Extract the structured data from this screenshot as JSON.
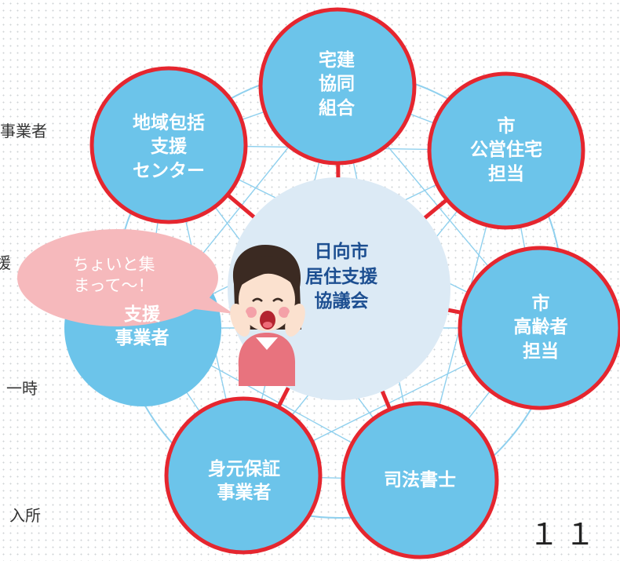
{
  "diagram": {
    "center": {
      "label": "日向市\n居住支援\n協議会"
    },
    "nodes": [
      {
        "id": "takken",
        "label": "宅建\n協同\n組合"
      },
      {
        "id": "koei",
        "label": "市\n公営住宅\n担当"
      },
      {
        "id": "koreisha",
        "label": "市\n高齢者\n担当"
      },
      {
        "id": "shiho",
        "label": "司法書士"
      },
      {
        "id": "mimoto",
        "label": "身元保証\n事業者"
      },
      {
        "id": "shien",
        "label": "支援\n事業者"
      },
      {
        "id": "chiiki",
        "label": "地域包括\n支援\nセンター"
      }
    ],
    "speech_bubble": "ちょいと集\nまって～！",
    "side_labels": [
      "事業者",
      "援",
      "一時",
      "入所"
    ],
    "page_number": "１１"
  },
  "colors": {
    "node_fill": "#6cc4ea",
    "node_border": "#e5262f",
    "center_fill": "#dceaf5",
    "center_text": "#1d4f91",
    "network_line": "#8fd0ee",
    "bubble_fill": "#f6b9bc",
    "character_top": "#e8737e",
    "character_hair": "#3b2a22"
  }
}
